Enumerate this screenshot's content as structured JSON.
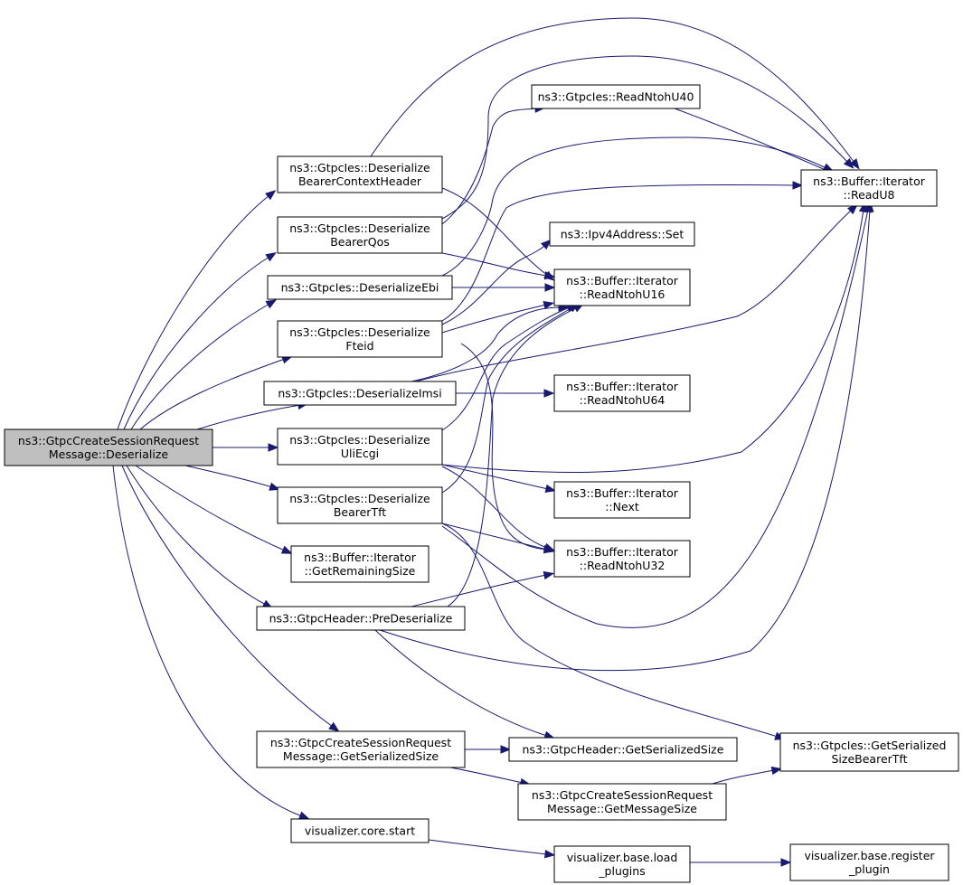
{
  "graph": {
    "nodes": [
      {
        "id": "root",
        "lines": [
          "ns3::GtpcCreateSessionRequest",
          "Message::Deserialize"
        ],
        "highlighted": true
      },
      {
        "id": "dbch",
        "lines": [
          "ns3::GtpcIes::Deserialize",
          "BearerContextHeader"
        ]
      },
      {
        "id": "dbqos",
        "lines": [
          "ns3::GtpcIes::Deserialize",
          "BearerQos"
        ]
      },
      {
        "id": "debi",
        "lines": [
          "ns3::GtpcIes::DeserializeEbi"
        ]
      },
      {
        "id": "dfteid",
        "lines": [
          "ns3::GtpcIes::Deserialize",
          "Fteid"
        ]
      },
      {
        "id": "dimsi",
        "lines": [
          "ns3::GtpcIes::DeserializeImsi"
        ]
      },
      {
        "id": "duliecgi",
        "lines": [
          "ns3::GtpcIes::Deserialize",
          "UliEcgi"
        ]
      },
      {
        "id": "dbtft",
        "lines": [
          "ns3::GtpcIes::Deserialize",
          "BearerTft"
        ]
      },
      {
        "id": "remsize",
        "lines": [
          "ns3::Buffer::Iterator",
          "::GetRemainingSize"
        ]
      },
      {
        "id": "predeser",
        "lines": [
          "ns3::GtpcHeader::PreDeserialize"
        ]
      },
      {
        "id": "getsersize",
        "lines": [
          "ns3::GtpcCreateSessionRequest",
          "Message::GetSerializedSize"
        ]
      },
      {
        "id": "vizstart",
        "lines": [
          "visualizer.core.start"
        ]
      },
      {
        "id": "readu40",
        "lines": [
          "ns3::GtpcIes::ReadNtohU40"
        ]
      },
      {
        "id": "ipv4set",
        "lines": [
          "ns3::Ipv4Address::Set"
        ]
      },
      {
        "id": "readu16",
        "lines": [
          "ns3::Buffer::Iterator",
          "::ReadNtohU16"
        ]
      },
      {
        "id": "readu64",
        "lines": [
          "ns3::Buffer::Iterator",
          "::ReadNtohU64"
        ]
      },
      {
        "id": "next",
        "lines": [
          "ns3::Buffer::Iterator",
          "::Next"
        ]
      },
      {
        "id": "readu32",
        "lines": [
          "ns3::Buffer::Iterator",
          "::ReadNtohU32"
        ]
      },
      {
        "id": "hdrgetsize",
        "lines": [
          "ns3::GtpcHeader::GetSerializedSize"
        ]
      },
      {
        "id": "getmsgsize",
        "lines": [
          "ns3::GtpcCreateSessionRequest",
          "Message::GetMessageSize"
        ]
      },
      {
        "id": "loadplugins",
        "lines": [
          "visualizer.base.load",
          "_plugins"
        ]
      },
      {
        "id": "readu8",
        "lines": [
          "ns3::Buffer::Iterator",
          "::ReadU8"
        ]
      },
      {
        "id": "gsbtft",
        "lines": [
          "ns3::GtpcIes::GetSerialized",
          "SizeBearerTft"
        ]
      },
      {
        "id": "regplugin",
        "lines": [
          "visualizer.base.register",
          "_plugin"
        ]
      }
    ],
    "edges": [
      {
        "from": "root",
        "to": "dbch"
      },
      {
        "from": "root",
        "to": "dbqos"
      },
      {
        "from": "root",
        "to": "debi"
      },
      {
        "from": "root",
        "to": "dfteid"
      },
      {
        "from": "root",
        "to": "dimsi"
      },
      {
        "from": "root",
        "to": "duliecgi"
      },
      {
        "from": "root",
        "to": "dbtft"
      },
      {
        "from": "root",
        "to": "remsize"
      },
      {
        "from": "root",
        "to": "predeser"
      },
      {
        "from": "root",
        "to": "getsersize"
      },
      {
        "from": "root",
        "to": "vizstart"
      },
      {
        "from": "dbch",
        "to": "readu8"
      },
      {
        "from": "dbch",
        "to": "readu16"
      },
      {
        "from": "dbqos",
        "to": "readu8"
      },
      {
        "from": "dbqos",
        "to": "readu40"
      },
      {
        "from": "dbqos",
        "to": "readu16"
      },
      {
        "from": "debi",
        "to": "readu8"
      },
      {
        "from": "debi",
        "to": "readu16"
      },
      {
        "from": "dfteid",
        "to": "readu8"
      },
      {
        "from": "dfteid",
        "to": "ipv4set"
      },
      {
        "from": "dfteid",
        "to": "readu16"
      },
      {
        "from": "dfteid",
        "to": "readu32"
      },
      {
        "from": "dimsi",
        "to": "readu8"
      },
      {
        "from": "dimsi",
        "to": "readu16"
      },
      {
        "from": "dimsi",
        "to": "readu64"
      },
      {
        "from": "duliecgi",
        "to": "readu8"
      },
      {
        "from": "duliecgi",
        "to": "readu16"
      },
      {
        "from": "duliecgi",
        "to": "next"
      },
      {
        "from": "duliecgi",
        "to": "readu32"
      },
      {
        "from": "dbtft",
        "to": "readu8"
      },
      {
        "from": "dbtft",
        "to": "readu16"
      },
      {
        "from": "dbtft",
        "to": "readu32"
      },
      {
        "from": "dbtft",
        "to": "gsbtft"
      },
      {
        "from": "predeser",
        "to": "readu8"
      },
      {
        "from": "predeser",
        "to": "readu16"
      },
      {
        "from": "predeser",
        "to": "readu32"
      },
      {
        "from": "predeser",
        "to": "hdrgetsize"
      },
      {
        "from": "getsersize",
        "to": "hdrgetsize"
      },
      {
        "from": "getsersize",
        "to": "getmsgsize"
      },
      {
        "from": "getmsgsize",
        "to": "gsbtft"
      },
      {
        "from": "readu40",
        "to": "readu8"
      },
      {
        "from": "vizstart",
        "to": "loadplugins"
      },
      {
        "from": "loadplugins",
        "to": "regplugin"
      }
    ]
  },
  "colors": {
    "edge": "#191970",
    "node_fill": "#ffffff",
    "node_stroke": "#000000",
    "highlight_fill": "#bfbfbf"
  }
}
